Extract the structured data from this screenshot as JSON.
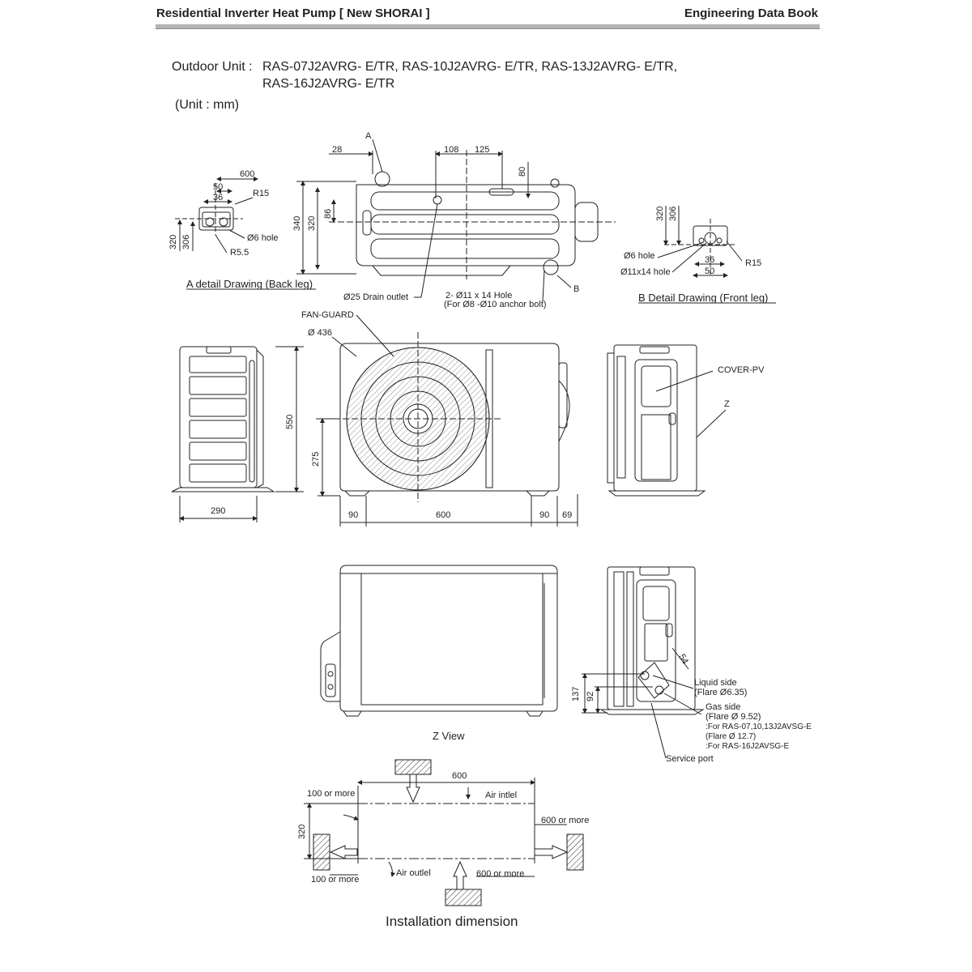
{
  "header": {
    "left_title": "Residential Inverter Heat Pump [ New SHORAI ]",
    "right_title": "Engineering Data Book"
  },
  "heading": {
    "label": "Outdoor Unit :",
    "models_line1": "RAS-07J2AVRG- E/TR, RAS-10J2AVRG- E/TR, RAS-13J2AVRG- E/TR,",
    "models_line2": "RAS-16J2AVRG- E/TR",
    "unit": "(Unit : mm)"
  },
  "top_view": {
    "callout_a": "A",
    "callout_b": "B",
    "d28": "28",
    "d108": "108",
    "d125": "125",
    "d80": "80",
    "d340": "340",
    "d320": "320",
    "d86": "86",
    "drain_outlet": "Ø25 Drain outlet",
    "hole_line1": "2- Ø11 x 14  Hole",
    "hole_line2": "(For Ø8 -Ø10 anchor bolt)"
  },
  "detail_a": {
    "d600": "600",
    "d50": "50",
    "d36": "36",
    "r15": "R15",
    "d320": "320",
    "d306": "306",
    "hole": "Ø6 hole",
    "r55": "R5.5",
    "caption": "A detail Drawing (Back leg)"
  },
  "detail_b": {
    "d320": "320",
    "d306": "306",
    "hole6": "Ø6 hole",
    "hole11": "Ø11x14 hole",
    "d36": "36",
    "d50": "50",
    "r15": "R15",
    "caption": "B   Detail Drawing (Front leg)"
  },
  "front_view": {
    "fan_guard": "FAN-GUARD",
    "d436": "Ø 436",
    "d550": "550",
    "d275": "275",
    "d290": "290",
    "d90a": "90",
    "d600": "600",
    "d90b": "90",
    "d69": "69"
  },
  "side_view": {
    "cover": "COVER-PV",
    "z": "Z"
  },
  "z_view": {
    "caption": "Z View",
    "d54": "54",
    "d137": "137",
    "d92": "92",
    "liquid1": "Liquid side",
    "liquid2": "(Flare Ø6.35)",
    "gas1": "Gas side",
    "gas2": "(Flare Ø 9.52)",
    "gas3": ":For RAS-07,10,13J2AVSG-E",
    "gas4": "(Flare Ø  12.7)",
    "gas5": ":For RAS-16J2AVSG-E",
    "service": "Service port"
  },
  "installation": {
    "d600": "600",
    "d320": "320",
    "left_top": "100 or more",
    "left_bottom": "100 or more",
    "air_inlet": "Air intlel",
    "air_outlet": "Air outlel",
    "right_top": "600 or more",
    "right_bottom": "600 or more",
    "caption": "Installation dimension"
  }
}
